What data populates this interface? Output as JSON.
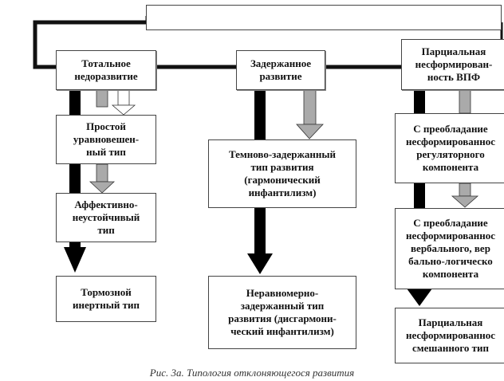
{
  "diagram": {
    "title_box_text": "",
    "columns": [
      {
        "header": "Тотальное\nнедоразвитие",
        "types": [
          "Простой\nуравновешен-\nный тип",
          "Аффективно-\nнеустойчивый\nтип",
          "Тормозной\nинертный тип"
        ]
      },
      {
        "header": "Задержанное\nразвитие",
        "types": [
          "Темново-задержанный\nтип развития\n(гармонический\nинфантилизм)",
          "Неравномерно-\nзадержанный тип\nразвития (дисгармони-\nческий инфантилизм)"
        ]
      },
      {
        "header": "Парциальная\nнесформирован-\nность ВПФ",
        "types": [
          "С преобладание\nнесформированнос\nрегуляторного\nкомпонента",
          "С преобладание\nнесформированнос\nвербального, вер\nбально-логическо\nкомпонента",
          "Парциальная\nнесформированнос\nсмешанного тип"
        ]
      }
    ],
    "caption": "Рис. 3а. Типология отклоняющегося развития"
  }
}
